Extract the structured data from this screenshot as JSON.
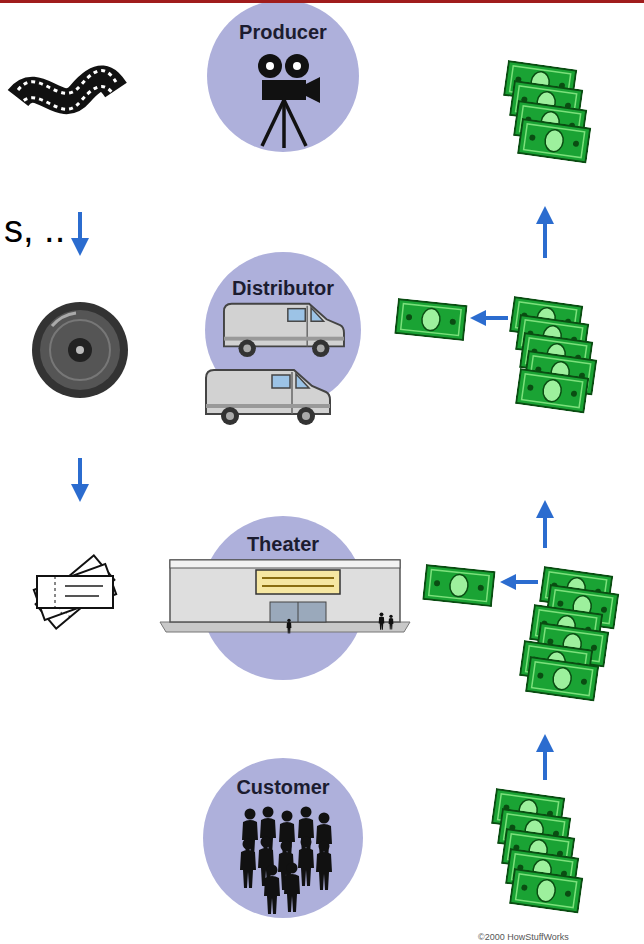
{
  "diagram": {
    "nodes": [
      {
        "text": [
          "Producer"
        ]
      },
      {
        "text": [
          "Distributor"
        ]
      },
      {
        "text": [
          "Theater"
        ]
      },
      {
        "text": [
          "Customer"
        ]
      }
    ],
    "labels": [
      "s, ..",
      "©2000 HowStuffWorks"
    ]
  }
}
